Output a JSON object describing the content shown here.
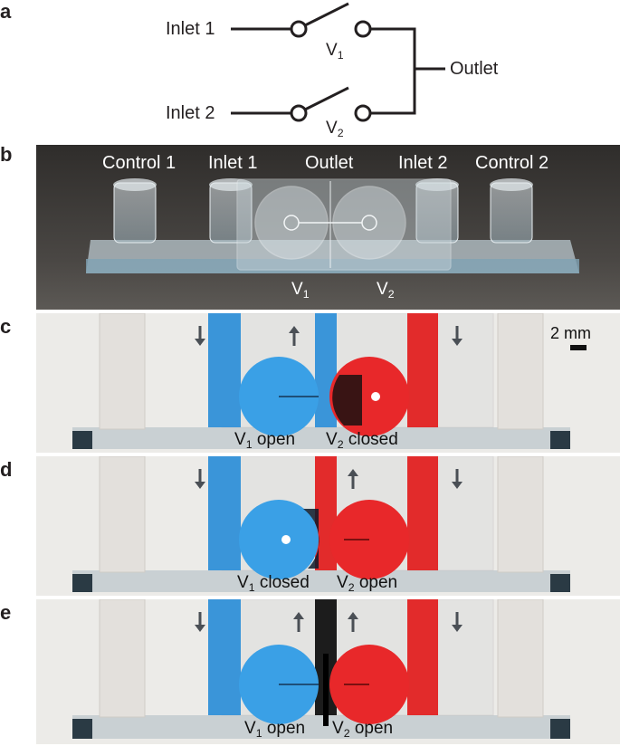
{
  "panels": {
    "a": {
      "letter": "a",
      "inlet1": "Inlet 1",
      "inlet2": "Inlet 2",
      "outlet": "Outlet",
      "v1": "V",
      "v1_sub": "1",
      "v2": "V",
      "v2_sub": "2"
    },
    "b": {
      "letter": "b",
      "control1": "Control 1",
      "inlet1": "Inlet 1",
      "outlet": "Outlet",
      "inlet2": "Inlet 2",
      "control2": "Control 2",
      "v1": "V",
      "v1_sub": "1",
      "v2": "V",
      "v2_sub": "2"
    },
    "c": {
      "letter": "c",
      "scale": "2 mm",
      "v1": "V",
      "v1_sub": "1",
      "v1_state": "open",
      "v2": "V",
      "v2_sub": "2",
      "v2_state": "closed"
    },
    "d": {
      "letter": "d",
      "v1": "V",
      "v1_sub": "1",
      "v1_state": "closed",
      "v2": "V",
      "v2_sub": "2",
      "v2_state": "open"
    },
    "e": {
      "letter": "e",
      "v1": "V",
      "v1_sub": "1",
      "v1_state": "open",
      "v2": "V",
      "v2_sub": "2",
      "v2_state": "open"
    }
  },
  "colors": {
    "blue_dye": "#3aa0e6",
    "red_dye": "#e8282a",
    "dark_photo_bg": "#3a3836",
    "light_photo_bg": "#ecebe8",
    "arrow": "#4a4f55"
  }
}
